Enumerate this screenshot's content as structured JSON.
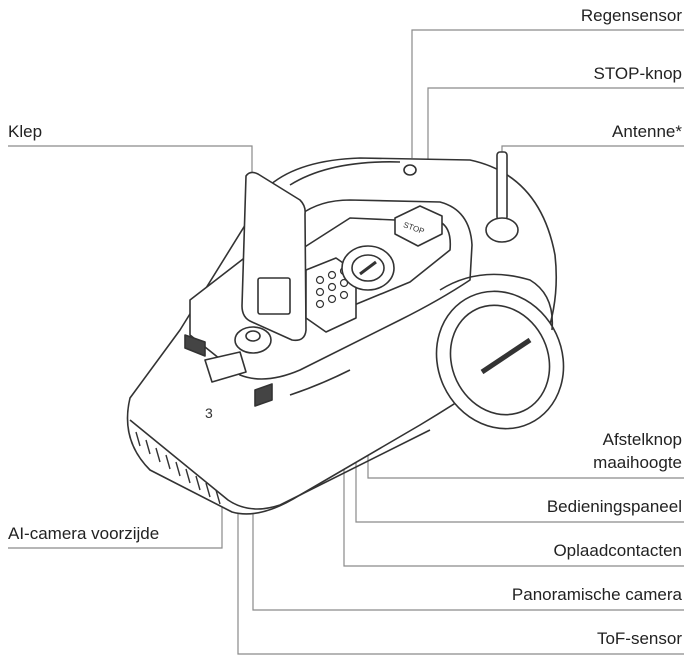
{
  "labels": {
    "regensensor": "Regensensor",
    "stop_knop": "STOP-knop",
    "antenne": "Antenne*",
    "klep": "Klep",
    "afstelknop_1": "Afstelknop",
    "afstelknop_2": "maaihoogte",
    "bedieningspaneel": "Bedieningspaneel",
    "oplaadcontacten": "Oplaadcontacten",
    "ai_camera": "AI-camera voorzijde",
    "panoramische_camera": "Panoramische camera",
    "tof_sensor": "ToF-sensor"
  },
  "device_markings": {
    "stop_button": "STOP",
    "front_number": "3"
  },
  "colors": {
    "line": "#8a8a8a",
    "outline": "#333333",
    "text": "#222222"
  }
}
